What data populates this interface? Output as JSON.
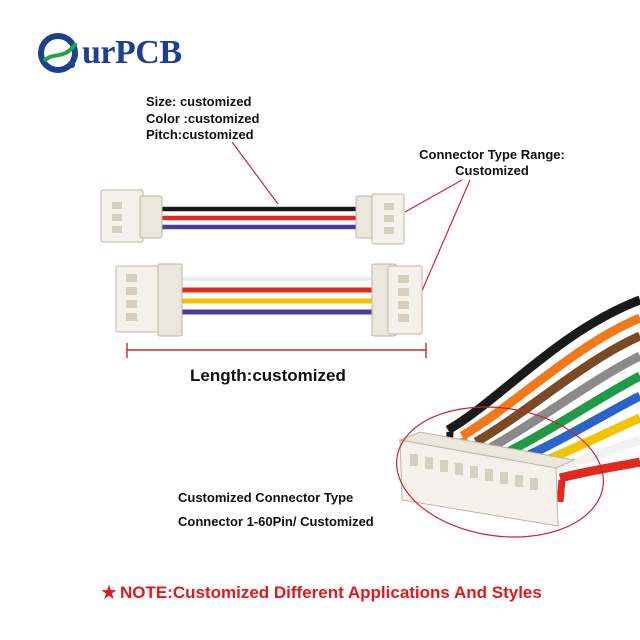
{
  "brand": {
    "name": "urPCB",
    "brand_color": "#1e3f8f",
    "icon": "ourpcb-logo-icon"
  },
  "specs": {
    "size": "Size: customized",
    "color": "Color :customized",
    "pitch": "Pitch:customized"
  },
  "connector_range": {
    "line1": "Connector Type Range:",
    "line2": "Customized"
  },
  "length_label": "Length:customized",
  "connector_type": {
    "line1": "Customized Connector Type",
    "line2": "Connector 1-60Pin/ Customized"
  },
  "note": {
    "icon": "star-icon",
    "text": "NOTE:Customized Different Applications And Styles",
    "color": "#e0191d"
  },
  "colors": {
    "callout_red": "#d8202a",
    "wire_black": "#1a1a1a",
    "wire_red": "#e02a1f",
    "wire_orange": "#f07a1a",
    "wire_purple": "#4a3a9a",
    "wire_yellow": "#f2c400",
    "wire_white": "#f2f2f2",
    "wire_green": "#1f9a48",
    "wire_blue": "#2c63c8",
    "wire_gray": "#8a8a8a",
    "wire_brown": "#7a4a25",
    "connector_body": "#f4f1ea"
  }
}
